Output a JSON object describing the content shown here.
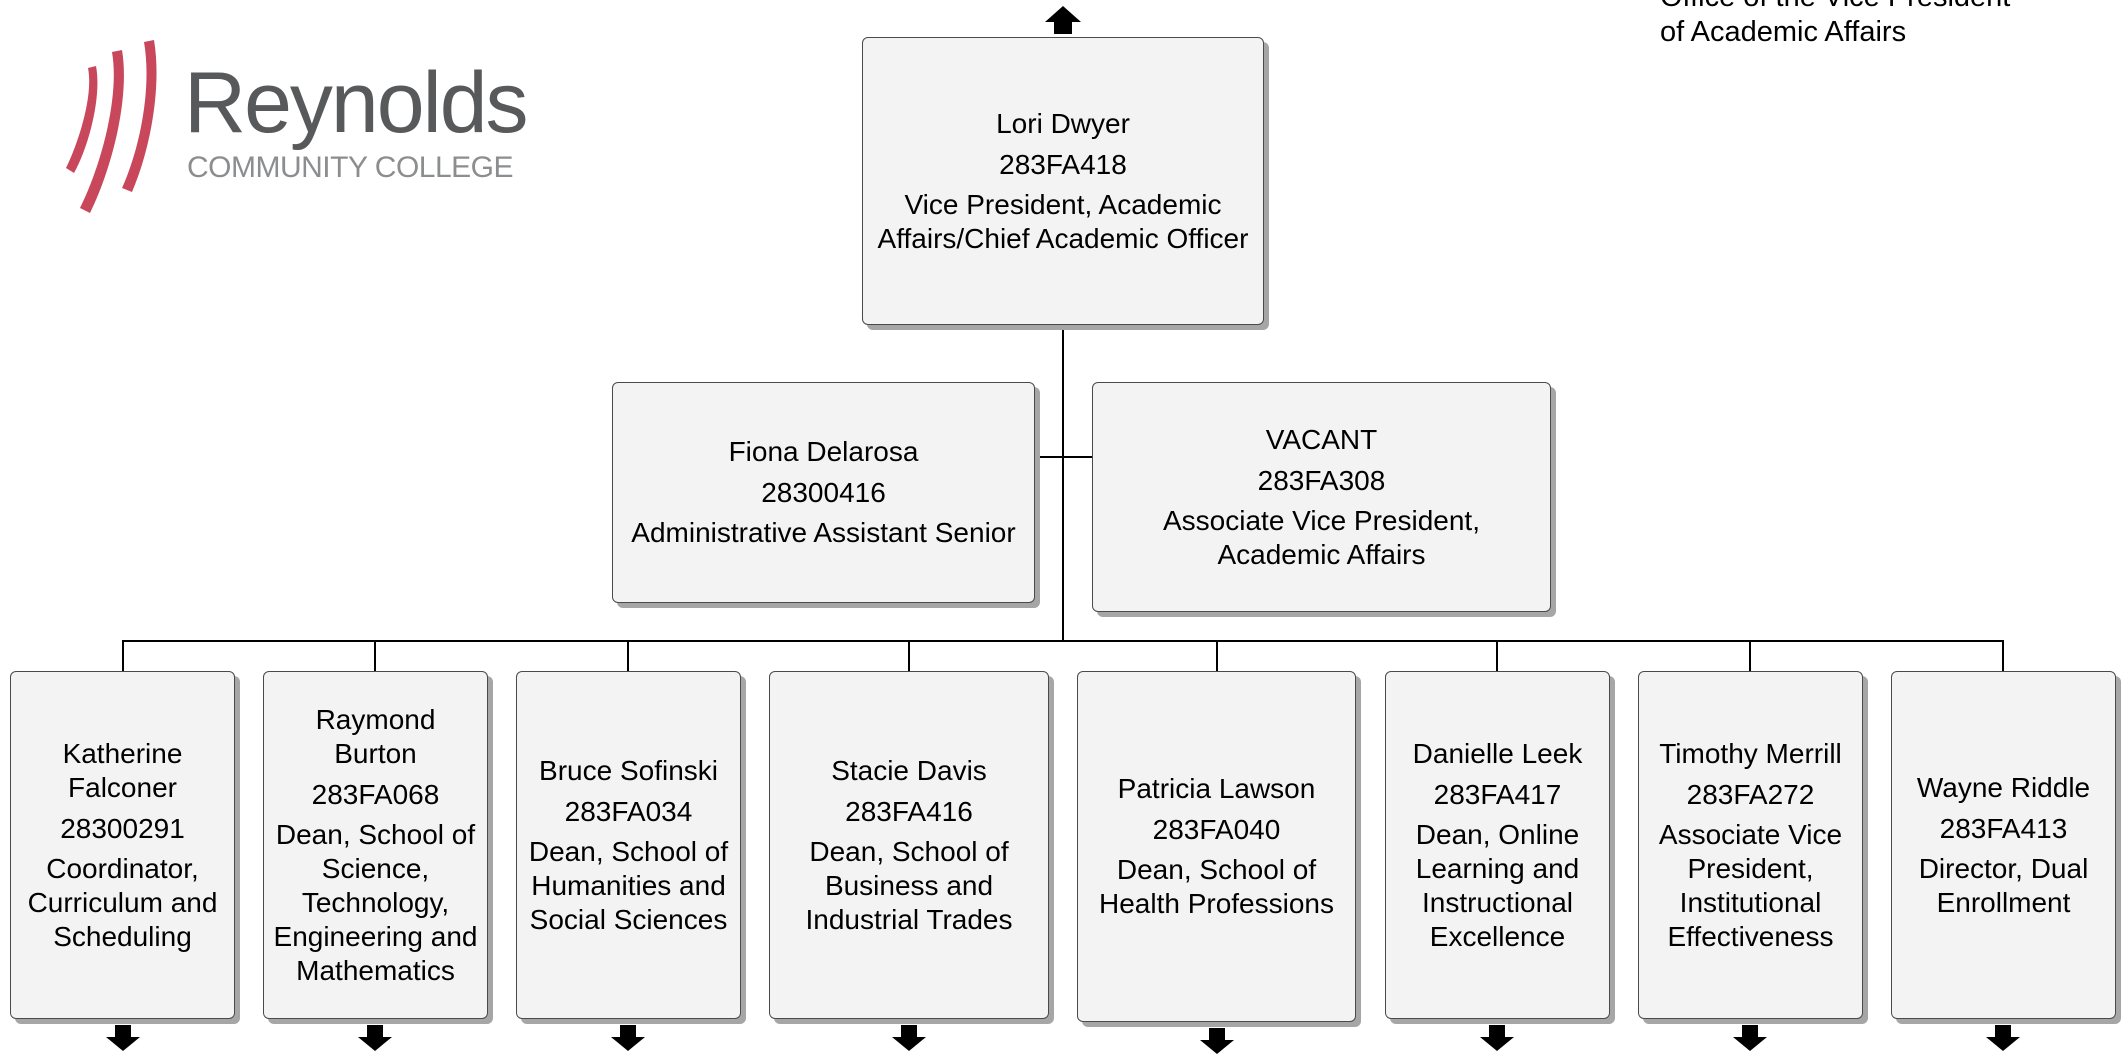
{
  "org_title": "Office of the Vice President\nof Academic Affairs",
  "logo": {
    "word": "Reynolds",
    "sub": "COMMUNITY COLLEGE",
    "mark_color": "#c8475a"
  },
  "top": {
    "name": "Lori Dwyer",
    "code": "283FA418",
    "title": "Vice President, Academic Affairs/Chief Academic Officer"
  },
  "assistant": {
    "name": "Fiona Delarosa",
    "code": "28300416",
    "title": "Administrative Assistant Senior"
  },
  "associate": {
    "name": "VACANT",
    "code": "283FA308",
    "title": "Associate Vice President, Academic Affairs"
  },
  "reports": [
    {
      "name": "Katherine Falconer",
      "code": "28300291",
      "title": "Coordinator, Curriculum and Scheduling"
    },
    {
      "name": "Raymond Burton",
      "code": "283FA068",
      "title": "Dean, School of Science, Technology, Engineering and Mathematics"
    },
    {
      "name": "Bruce Sofinski",
      "code": "283FA034",
      "title": "Dean, School of Humanities and Social Sciences"
    },
    {
      "name": "Stacie Davis",
      "code": "283FA416",
      "title": "Dean, School of Business and Industrial Trades"
    },
    {
      "name": "Patricia Lawson",
      "code": "283FA040",
      "title": "Dean, School of Health Professions"
    },
    {
      "name": "Danielle Leek",
      "code": "283FA417",
      "title": "Dean, Online Learning and Instructional Excellence"
    },
    {
      "name": "Timothy Merrill",
      "code": "283FA272",
      "title": "Associate Vice President, Institutional Effectiveness"
    },
    {
      "name": "Wayne Riddle",
      "code": "283FA413",
      "title": "Director, Dual Enrollment"
    }
  ]
}
